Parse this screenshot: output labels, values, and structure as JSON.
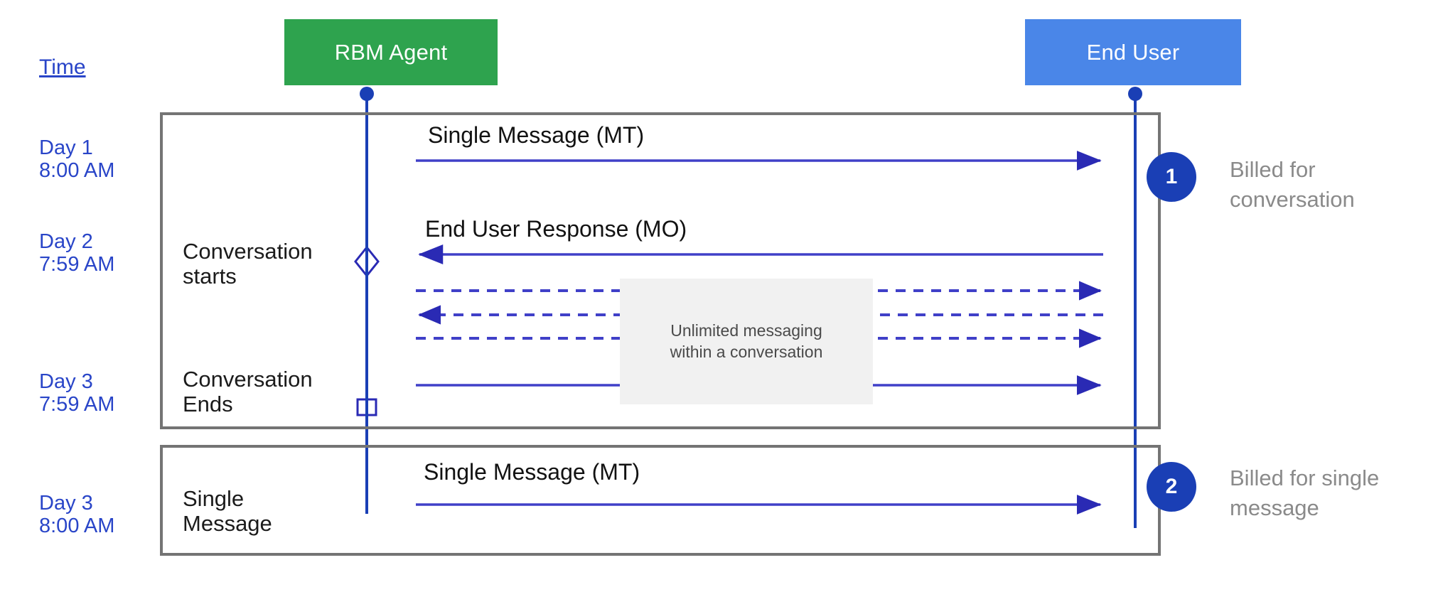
{
  "diagram": {
    "title_hidden": "RBM conversation billing timeline",
    "colors": {
      "agent_box": "#2ea34e",
      "enduser_box": "#4a86e8",
      "lifeline": "#1a3fb5",
      "arrow": "#4040c8",
      "frame_border": "#747474",
      "time_text": "#2945c8",
      "note_bg": "#f1f1f1",
      "annotation_text": "#8a8a8a",
      "badge_bg": "#1a3fb5"
    },
    "actors": [
      {
        "id": "rbm-agent",
        "label": "RBM Agent"
      },
      {
        "id": "end-user",
        "label": "End User"
      }
    ],
    "time_column": {
      "header": "Time",
      "entries": [
        {
          "id": "day1-0800",
          "text": "Day 1\n8:00 AM"
        },
        {
          "id": "day2-0759",
          "text": "Day 2\n7:59 AM"
        },
        {
          "id": "day3-0759",
          "text": "Day 3\n7:59 AM"
        },
        {
          "id": "day3-0800",
          "text": "Day 3\n8:00 AM"
        }
      ]
    },
    "frames": [
      {
        "id": "conversation-frame",
        "labels": [
          {
            "id": "conversation-starts",
            "text": "Conversation\nstarts"
          },
          {
            "id": "conversation-ends",
            "text": "Conversation\nEnds"
          }
        ],
        "messages": [
          {
            "id": "mt-1",
            "caption": "Single Message (MT)",
            "direction": "right",
            "style": "solid"
          },
          {
            "id": "mo-1",
            "caption": "End User Response (MO)",
            "direction": "left",
            "style": "solid"
          },
          {
            "id": "dashed-1",
            "caption": "",
            "direction": "right",
            "style": "dashed"
          },
          {
            "id": "dashed-2",
            "caption": "",
            "direction": "left",
            "style": "dashed"
          },
          {
            "id": "dashed-3",
            "caption": "",
            "direction": "right",
            "style": "dashed"
          },
          {
            "id": "solid-last",
            "caption": "",
            "direction": "right",
            "style": "solid"
          }
        ],
        "note": "Unlimited messaging\nwithin a conversation",
        "badge": "1",
        "annotation": "Billed for\nconversation"
      },
      {
        "id": "single-message-frame",
        "labels": [
          {
            "id": "single-message",
            "text": "Single\nMessage"
          }
        ],
        "messages": [
          {
            "id": "mt-2",
            "caption": "Single Message (MT)",
            "direction": "right",
            "style": "solid"
          }
        ],
        "note": "",
        "badge": "2",
        "annotation": "Billed for single\nmessage"
      }
    ],
    "markers": [
      {
        "id": "conversation-start-diamond",
        "shape": "diamond"
      },
      {
        "id": "conversation-end-square",
        "shape": "square"
      }
    ]
  }
}
